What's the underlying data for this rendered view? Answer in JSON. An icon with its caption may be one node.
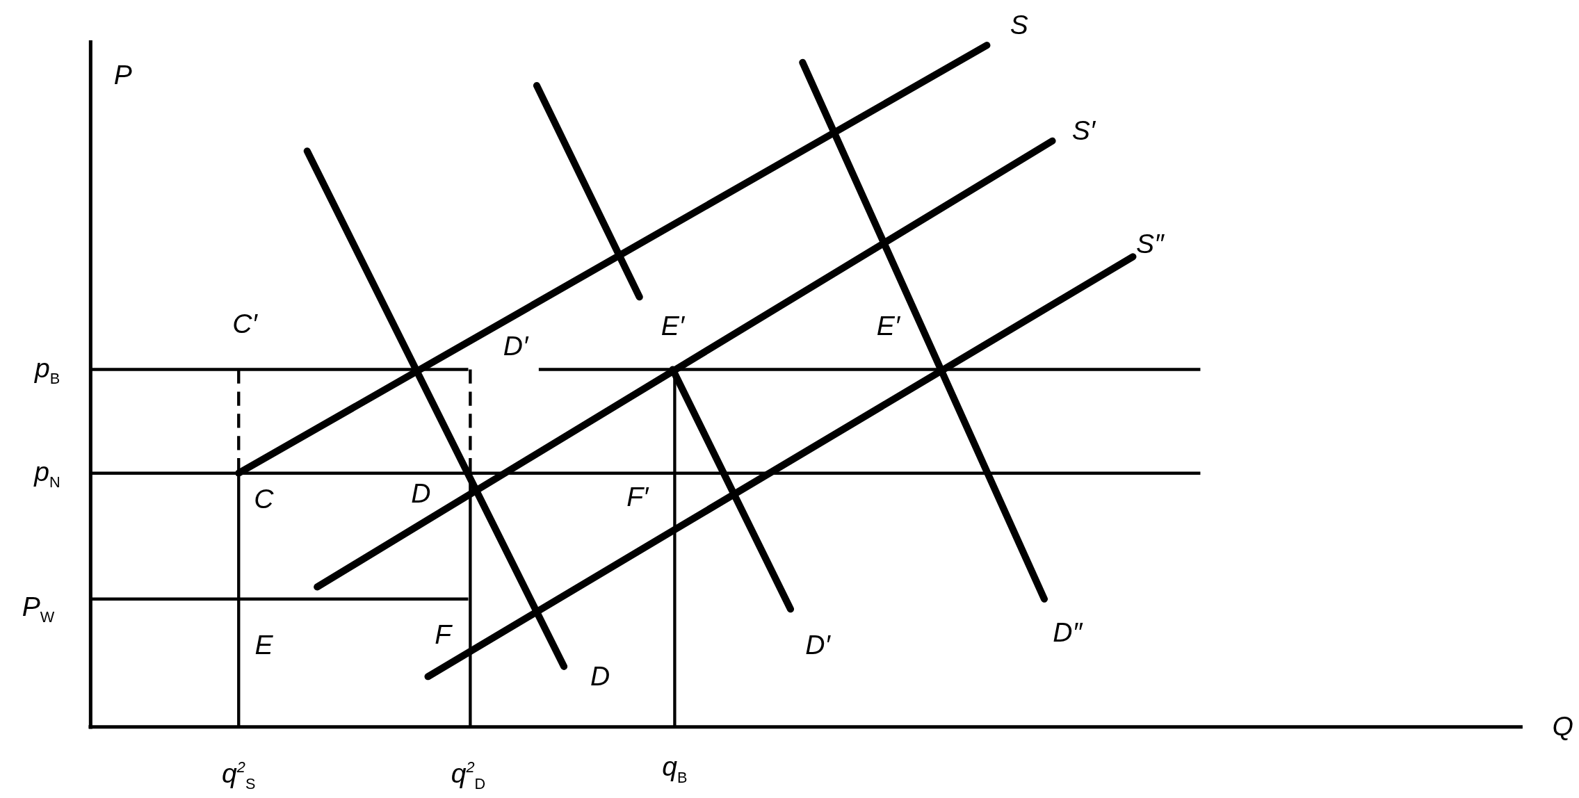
{
  "diagram": {
    "labels": [
      "P",
      "S",
      "S′",
      "S″",
      "C′",
      "D′",
      "E′",
      "E′",
      "p$_{B}$",
      "p$_{N}$",
      "C",
      "D",
      "F′",
      "P$_{W}$",
      "E",
      "F",
      "D′",
      "D″",
      "D",
      "Q",
      "q$^{2}$$_{S}$",
      "q$^{2}$$_{D}$",
      "q$_{B}$"
    ]
  }
}
